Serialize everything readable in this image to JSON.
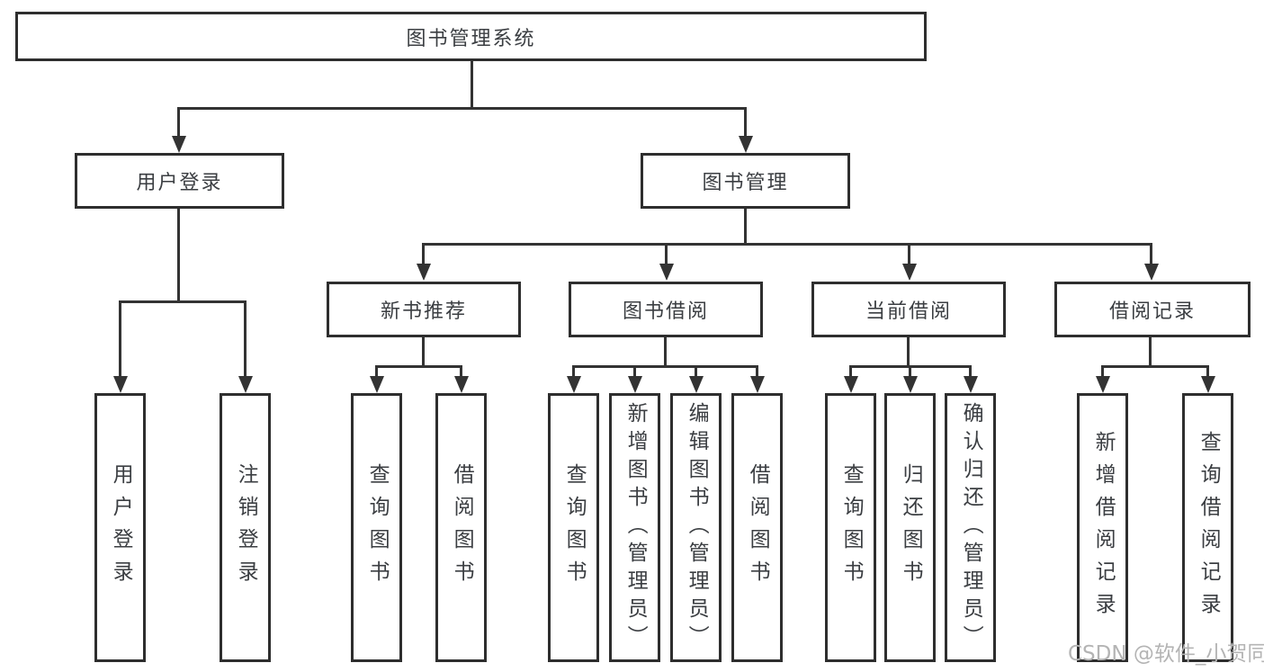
{
  "nodes": {
    "root": "图书管理系统",
    "l2": [
      "用户登录",
      "图书管理"
    ],
    "l3": [
      "新书推荐",
      "图书借阅",
      "当前借阅",
      "借阅记录"
    ],
    "l4": [
      "用户登录",
      "注销登录",
      "查询图书",
      "借阅图书",
      "查询图书",
      "新增图书（管理员）",
      "编辑图书（管理员）",
      "借阅图书",
      "查询图书",
      "归还图书",
      "确认归还（管理员）",
      "新增借阅记录",
      "查询借阅记录"
    ]
  },
  "structure": {
    "图书管理系统": {
      "用户登录": [
        "用户登录",
        "注销登录"
      ],
      "图书管理": {
        "新书推荐": [
          "查询图书",
          "借阅图书"
        ],
        "图书借阅": [
          "查询图书",
          "新增图书（管理员）",
          "编辑图书（管理员）",
          "借阅图书"
        ],
        "当前借阅": [
          "查询图书",
          "归还图书",
          "确认归还（管理员）"
        ],
        "借阅记录": [
          "新增借阅记录",
          "查询借阅记录"
        ]
      }
    }
  },
  "watermark": {
    "text": "CSDN @软件_小贺同学"
  },
  "colors": {
    "line": "#333333",
    "box_border": "#2e2e2e",
    "text": "#3b3e42",
    "background": "#ffffff",
    "watermark": "#b4b4b4"
  }
}
